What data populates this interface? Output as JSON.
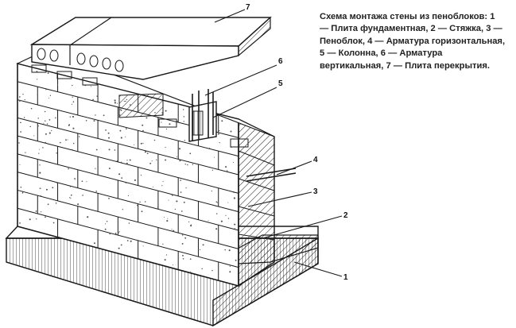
{
  "caption": {
    "lines": [
      "Схема монтажа стены из пеноблоков: 1",
      "— Плита фундаментная, 2 — Стяжка, 3 —",
      "Пеноблок, 4 — Арматура горизонтальная,",
      "5 — Колонна, 6 — Арматура",
      "вертикальная, 7 — Плита перекрытия."
    ]
  },
  "callouts": [
    {
      "id": "1",
      "label": "1"
    },
    {
      "id": "2",
      "label": "2"
    },
    {
      "id": "3",
      "label": "3"
    },
    {
      "id": "4",
      "label": "4"
    },
    {
      "id": "5",
      "label": "5"
    },
    {
      "id": "6",
      "label": "6"
    },
    {
      "id": "7",
      "label": "7"
    }
  ],
  "colors": {
    "line": "#1a1a1a",
    "block_fill": "#ffffff",
    "background": "#ffffff"
  }
}
